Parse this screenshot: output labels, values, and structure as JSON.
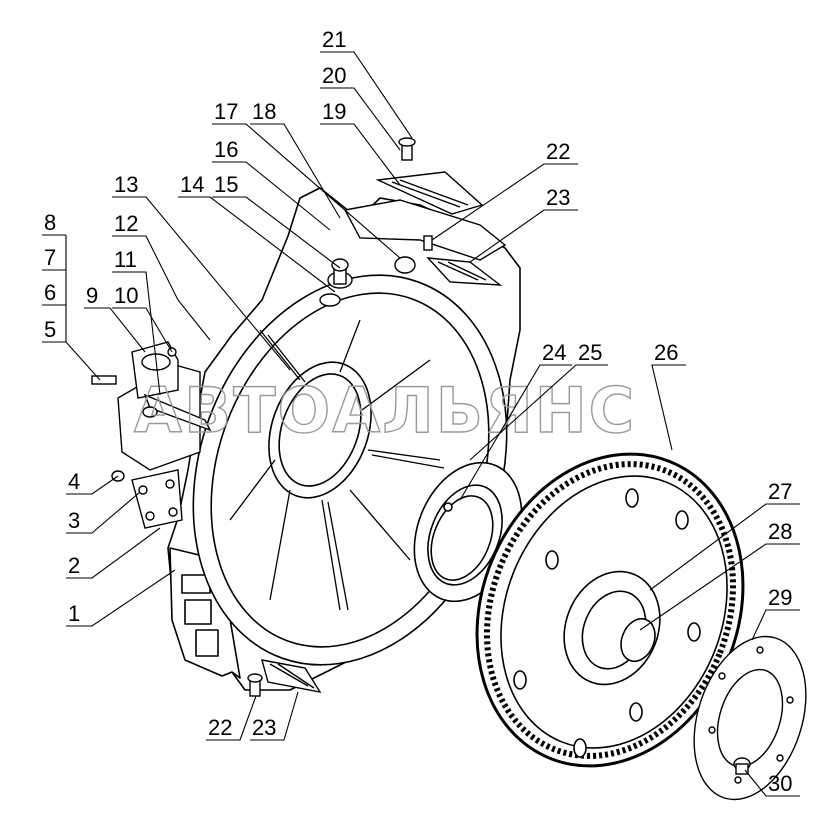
{
  "watermark": "АВТОАЛЬЯНС",
  "callouts": [
    {
      "id": "1",
      "label": "1"
    },
    {
      "id": "2",
      "label": "2"
    },
    {
      "id": "3",
      "label": "3"
    },
    {
      "id": "4",
      "label": "4"
    },
    {
      "id": "5",
      "label": "5"
    },
    {
      "id": "6",
      "label": "6"
    },
    {
      "id": "7",
      "label": "7"
    },
    {
      "id": "8",
      "label": "8"
    },
    {
      "id": "9",
      "label": "9"
    },
    {
      "id": "10",
      "label": "10"
    },
    {
      "id": "11",
      "label": "11"
    },
    {
      "id": "12",
      "label": "12"
    },
    {
      "id": "13",
      "label": "13"
    },
    {
      "id": "14",
      "label": "14"
    },
    {
      "id": "15",
      "label": "15"
    },
    {
      "id": "16",
      "label": "16"
    },
    {
      "id": "17",
      "label": "17"
    },
    {
      "id": "18",
      "label": "18"
    },
    {
      "id": "19",
      "label": "19"
    },
    {
      "id": "20",
      "label": "20"
    },
    {
      "id": "21",
      "label": "21"
    },
    {
      "id": "22a",
      "label": "22"
    },
    {
      "id": "23a",
      "label": "23"
    },
    {
      "id": "24",
      "label": "24"
    },
    {
      "id": "25",
      "label": "25"
    },
    {
      "id": "26",
      "label": "26"
    },
    {
      "id": "27",
      "label": "27"
    },
    {
      "id": "28",
      "label": "28"
    },
    {
      "id": "29",
      "label": "29"
    },
    {
      "id": "22b",
      "label": "22"
    },
    {
      "id": "23b",
      "label": "23"
    },
    {
      "id": "30",
      "label": "30"
    }
  ]
}
